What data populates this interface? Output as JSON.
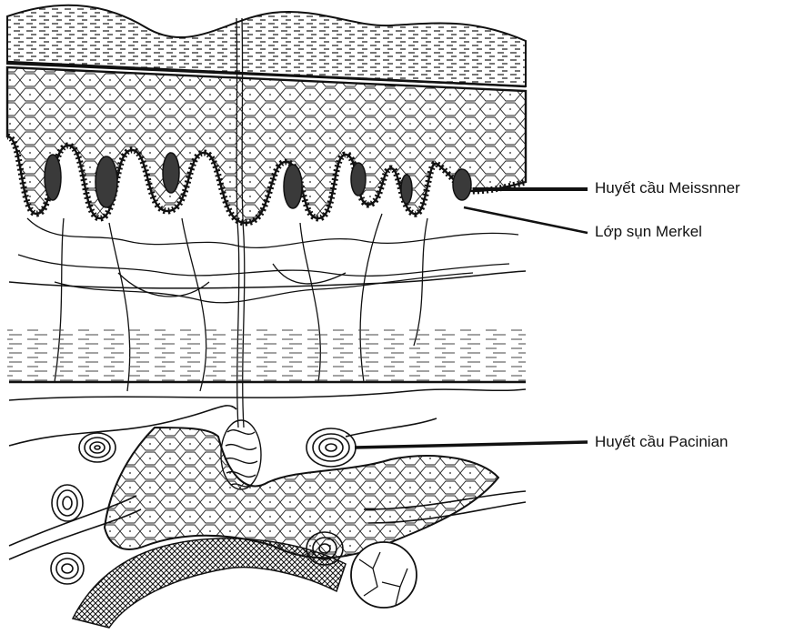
{
  "diagram": {
    "labels": {
      "meissner": "Huyết cầu Meissnner",
      "merkel": "Lớp sụn Merkel",
      "pacinian": "Huyết cầu Pacinian"
    },
    "colors": {
      "ink": "#111111",
      "paper": "#ffffff",
      "corpuscle": "#3a3a3a"
    }
  }
}
